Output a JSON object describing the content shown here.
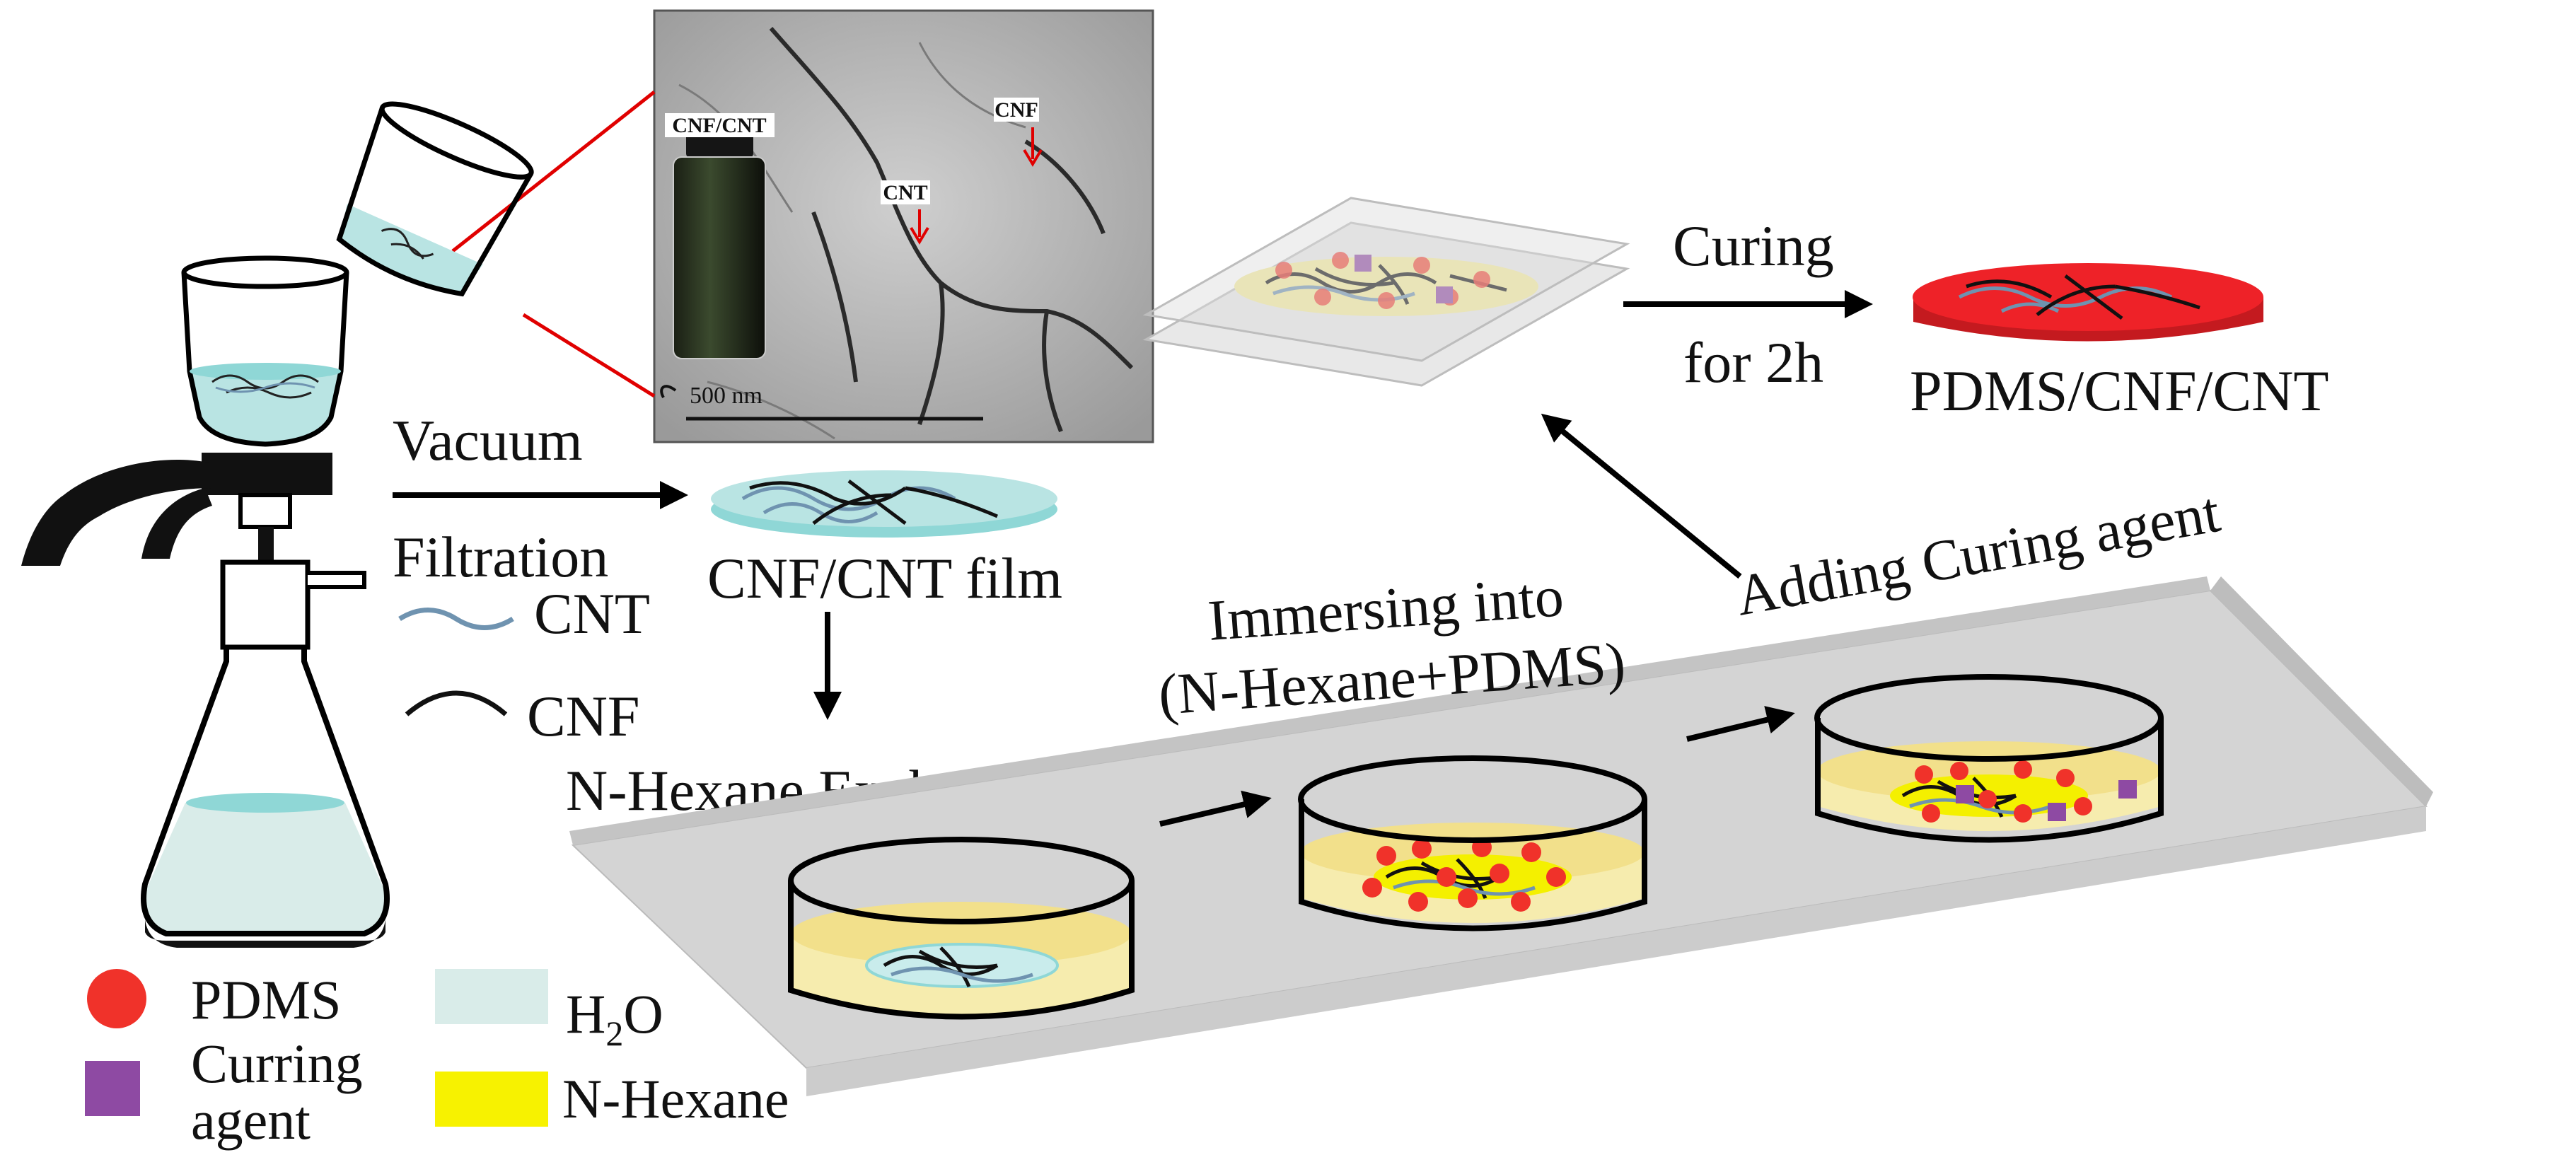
{
  "tem": {
    "vial_label": "CNF/CNT",
    "cnf_label": "CNF",
    "cnt_label": "CNT",
    "scale": "500 nm"
  },
  "steps": {
    "vacuum": "Vacuum",
    "filtration": "Filtration",
    "film": "CNF/CNT film",
    "exchange": "N-Hexane  Exchange",
    "immersing_line1": "Immersing into",
    "immersing_line2": "(N-Hexane+PDMS)",
    "adding": "Adding Curing agent",
    "curing_line1": "Curing",
    "curing_line2": "for 2h",
    "product": "PDMS/CNF/CNT"
  },
  "fiber_legend": {
    "cnt": "CNT",
    "cnf": "CNF"
  },
  "legend": {
    "pdms": "PDMS",
    "curing_line1": "Curring",
    "curing_line2": "agent",
    "h2o_main": "H",
    "h2o_sub": "2",
    "h2o_end": "O",
    "hexane": "N-Hexane"
  },
  "colors": {
    "pdms": "#f0322a",
    "curing_agent": "#8e4aa3",
    "h2o": "#d9ece9",
    "water_blue": "#8fd7d6",
    "n_hexane": "#f7f200",
    "hexane_pale": "#f6ecae",
    "cnt_fiber": "#6f93b0",
    "cnf_fiber": "#111111",
    "arrow": "#000000",
    "tem_line": "#e00000",
    "shelf": "#d4d4d4",
    "product_disk": "#ee2228"
  }
}
